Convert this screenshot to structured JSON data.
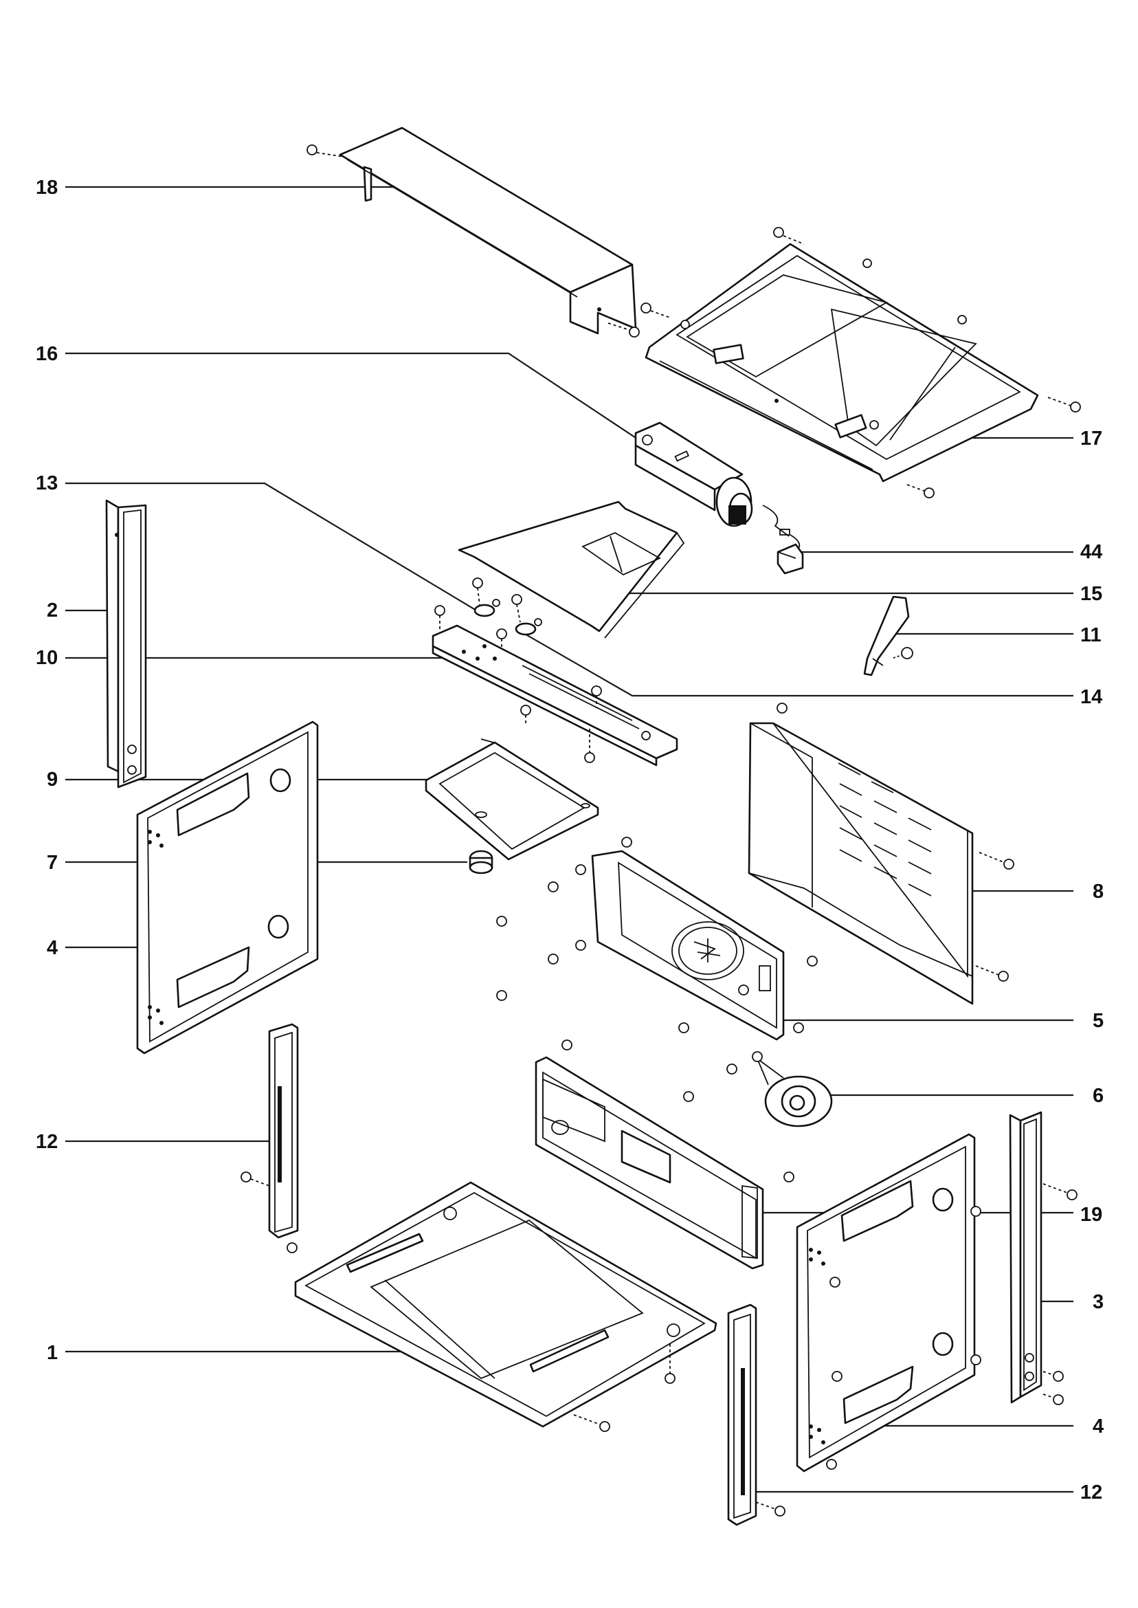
{
  "diagram": {
    "callouts": [
      "18",
      "16",
      "13",
      "2",
      "10",
      "9",
      "7",
      "4",
      "12",
      "1",
      "17",
      "44",
      "15",
      "11",
      "14",
      "8",
      "5",
      "6",
      "19",
      "3",
      "4",
      "12"
    ]
  },
  "colors": {
    "ink": "#111111",
    "background": "#ffffff"
  }
}
